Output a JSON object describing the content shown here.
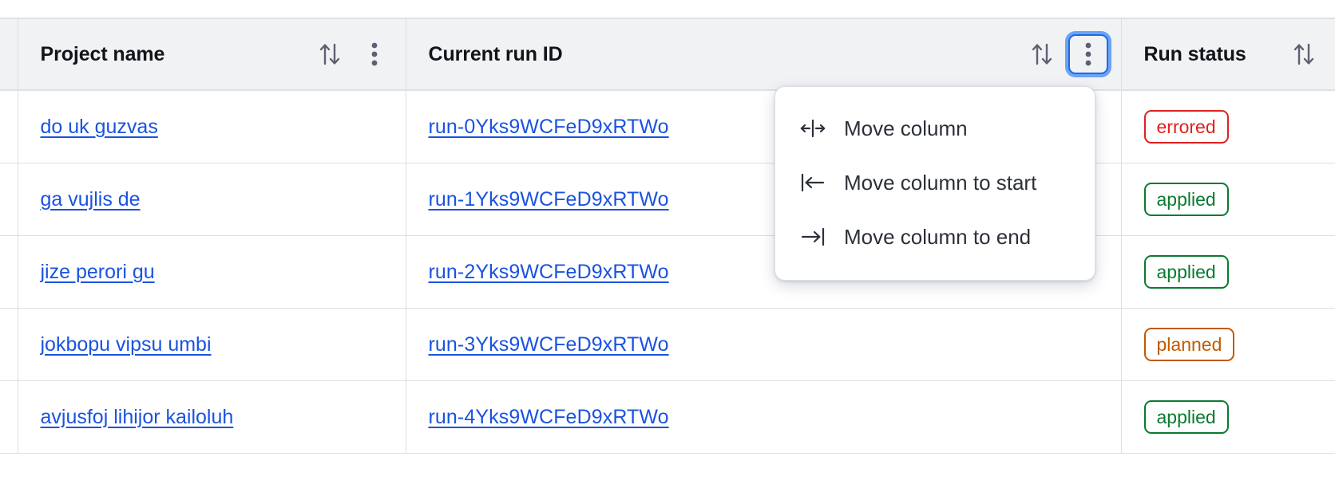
{
  "table": {
    "columns": [
      {
        "key": "gutter",
        "label": "",
        "sortable": false,
        "menu": false
      },
      {
        "key": "project",
        "label": "Project name",
        "sortable": true,
        "menu": true,
        "sort_icon": "sort-updown-icon",
        "menu_icon": "kebab-menu-icon"
      },
      {
        "key": "runid",
        "label": "Current run ID",
        "sortable": true,
        "menu": true,
        "sort_icon": "sort-updown-icon",
        "menu_icon": "kebab-menu-icon"
      },
      {
        "key": "status",
        "label": "Run status",
        "sortable": true,
        "menu": false,
        "sort_icon": "sort-updown-icon"
      }
    ],
    "rows": [
      {
        "project": "do uk guzvas",
        "run_id": "run-0Yks9WCFeD9xRTWo",
        "status": "errored",
        "status_color": "#e02020"
      },
      {
        "project": "ga vujlis de",
        "run_id": "run-1Yks9WCFeD9xRTWo",
        "status": "applied",
        "status_color": "#0a7a2f"
      },
      {
        "project": "jize perori gu",
        "run_id": "run-2Yks9WCFeD9xRTWo",
        "status": "applied",
        "status_color": "#0a7a2f"
      },
      {
        "project": "jokbopu vipsu umbi",
        "run_id": "run-3Yks9WCFeD9xRTWo",
        "status": "planned",
        "status_color": "#c05a00"
      },
      {
        "project": "avjusfoj lihijor kailoluh",
        "run_id": "run-4Yks9WCFeD9xRTWo",
        "status": "applied",
        "status_color": "#0a7a2f"
      }
    ]
  },
  "column_menu": {
    "open_for_column": "Current run ID",
    "items": [
      {
        "icon": "move-column-icon",
        "label": "Move column"
      },
      {
        "icon": "move-column-to-start-icon",
        "label": "Move column to start"
      },
      {
        "icon": "move-column-to-end-icon",
        "label": "Move column to end"
      }
    ]
  },
  "colors": {
    "link": "#1a53e0",
    "header_bg": "#f1f2f4",
    "border": "#dcdfe4",
    "focus_ring": "#6ba3f5",
    "focus_border": "#1d6ae5"
  }
}
